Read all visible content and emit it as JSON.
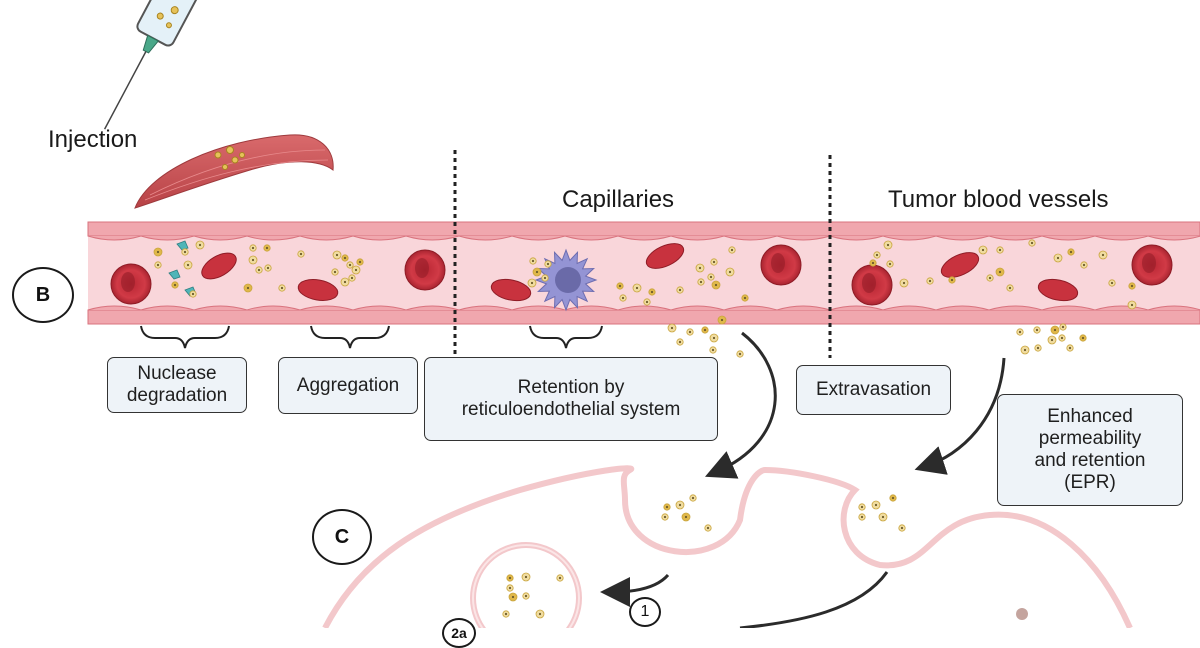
{
  "figure": {
    "panel_labels": {
      "b": "B",
      "c": "C"
    },
    "step_labels": {
      "step1": "1",
      "step2a": "2a"
    },
    "headings": {
      "injection": "Injection",
      "capillaries": "Capillaries",
      "tumor_vessels": "Tumor blood vessels"
    },
    "boxes": {
      "nuclease": "Nuclease\ndegradation",
      "aggregation": "Aggregation",
      "retention": "Retention by\nreticuloendothelial system",
      "extravasation": "Extravasation",
      "epr": "Enhanced\npermeability\nand retention\n(EPR)"
    },
    "icons": [
      "syringe-icon",
      "muscle-icon",
      "red-blood-cell-icon",
      "nanoparticle-icon",
      "nuclease-enzyme-icon",
      "macrophage-icon",
      "endosome-icon",
      "tumor-cell-membrane-icon",
      "arrow-icon"
    ],
    "colors": {
      "vessel_lumen": "#f9d6da",
      "vessel_wall": "#f0a7ae",
      "vessel_wall_stroke": "#d9737e",
      "rbc": "#c8323e",
      "rbc_dark": "#9b1f2a",
      "nanoparticle": "#e6c25a",
      "nanoparticle_ring": "#a88420",
      "macrophage": "#8f8fd0",
      "nuclease": "#4fb5b8",
      "muscle": "#c4565a",
      "membrane": "#f3c8cb",
      "box_fill": "#eef3f8",
      "arrow": "#2b2b2b"
    }
  }
}
